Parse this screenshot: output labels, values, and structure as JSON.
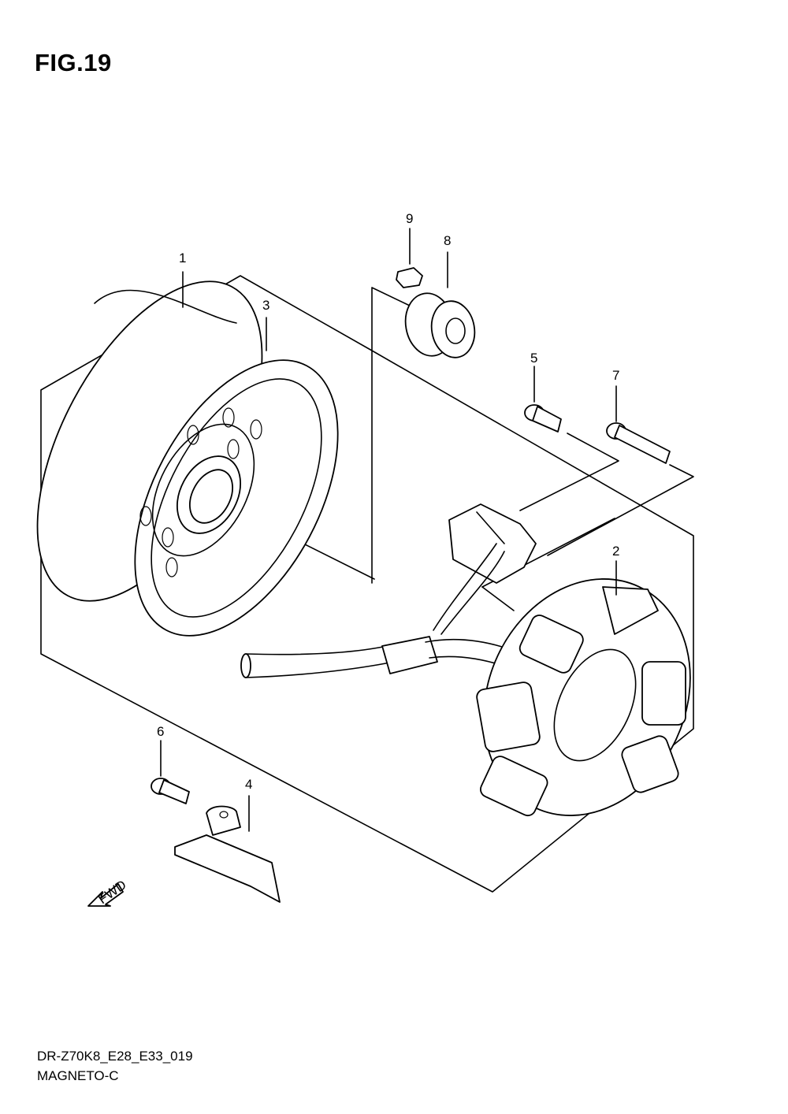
{
  "figure": {
    "title": "FIG.19",
    "code": "DR-Z70K8_E28_E33_019",
    "name": "MAGNETO-C"
  },
  "callouts": [
    "1",
    "2",
    "3",
    "4",
    "5",
    "6",
    "7",
    "8",
    "9"
  ],
  "arrow_label": "FWD"
}
